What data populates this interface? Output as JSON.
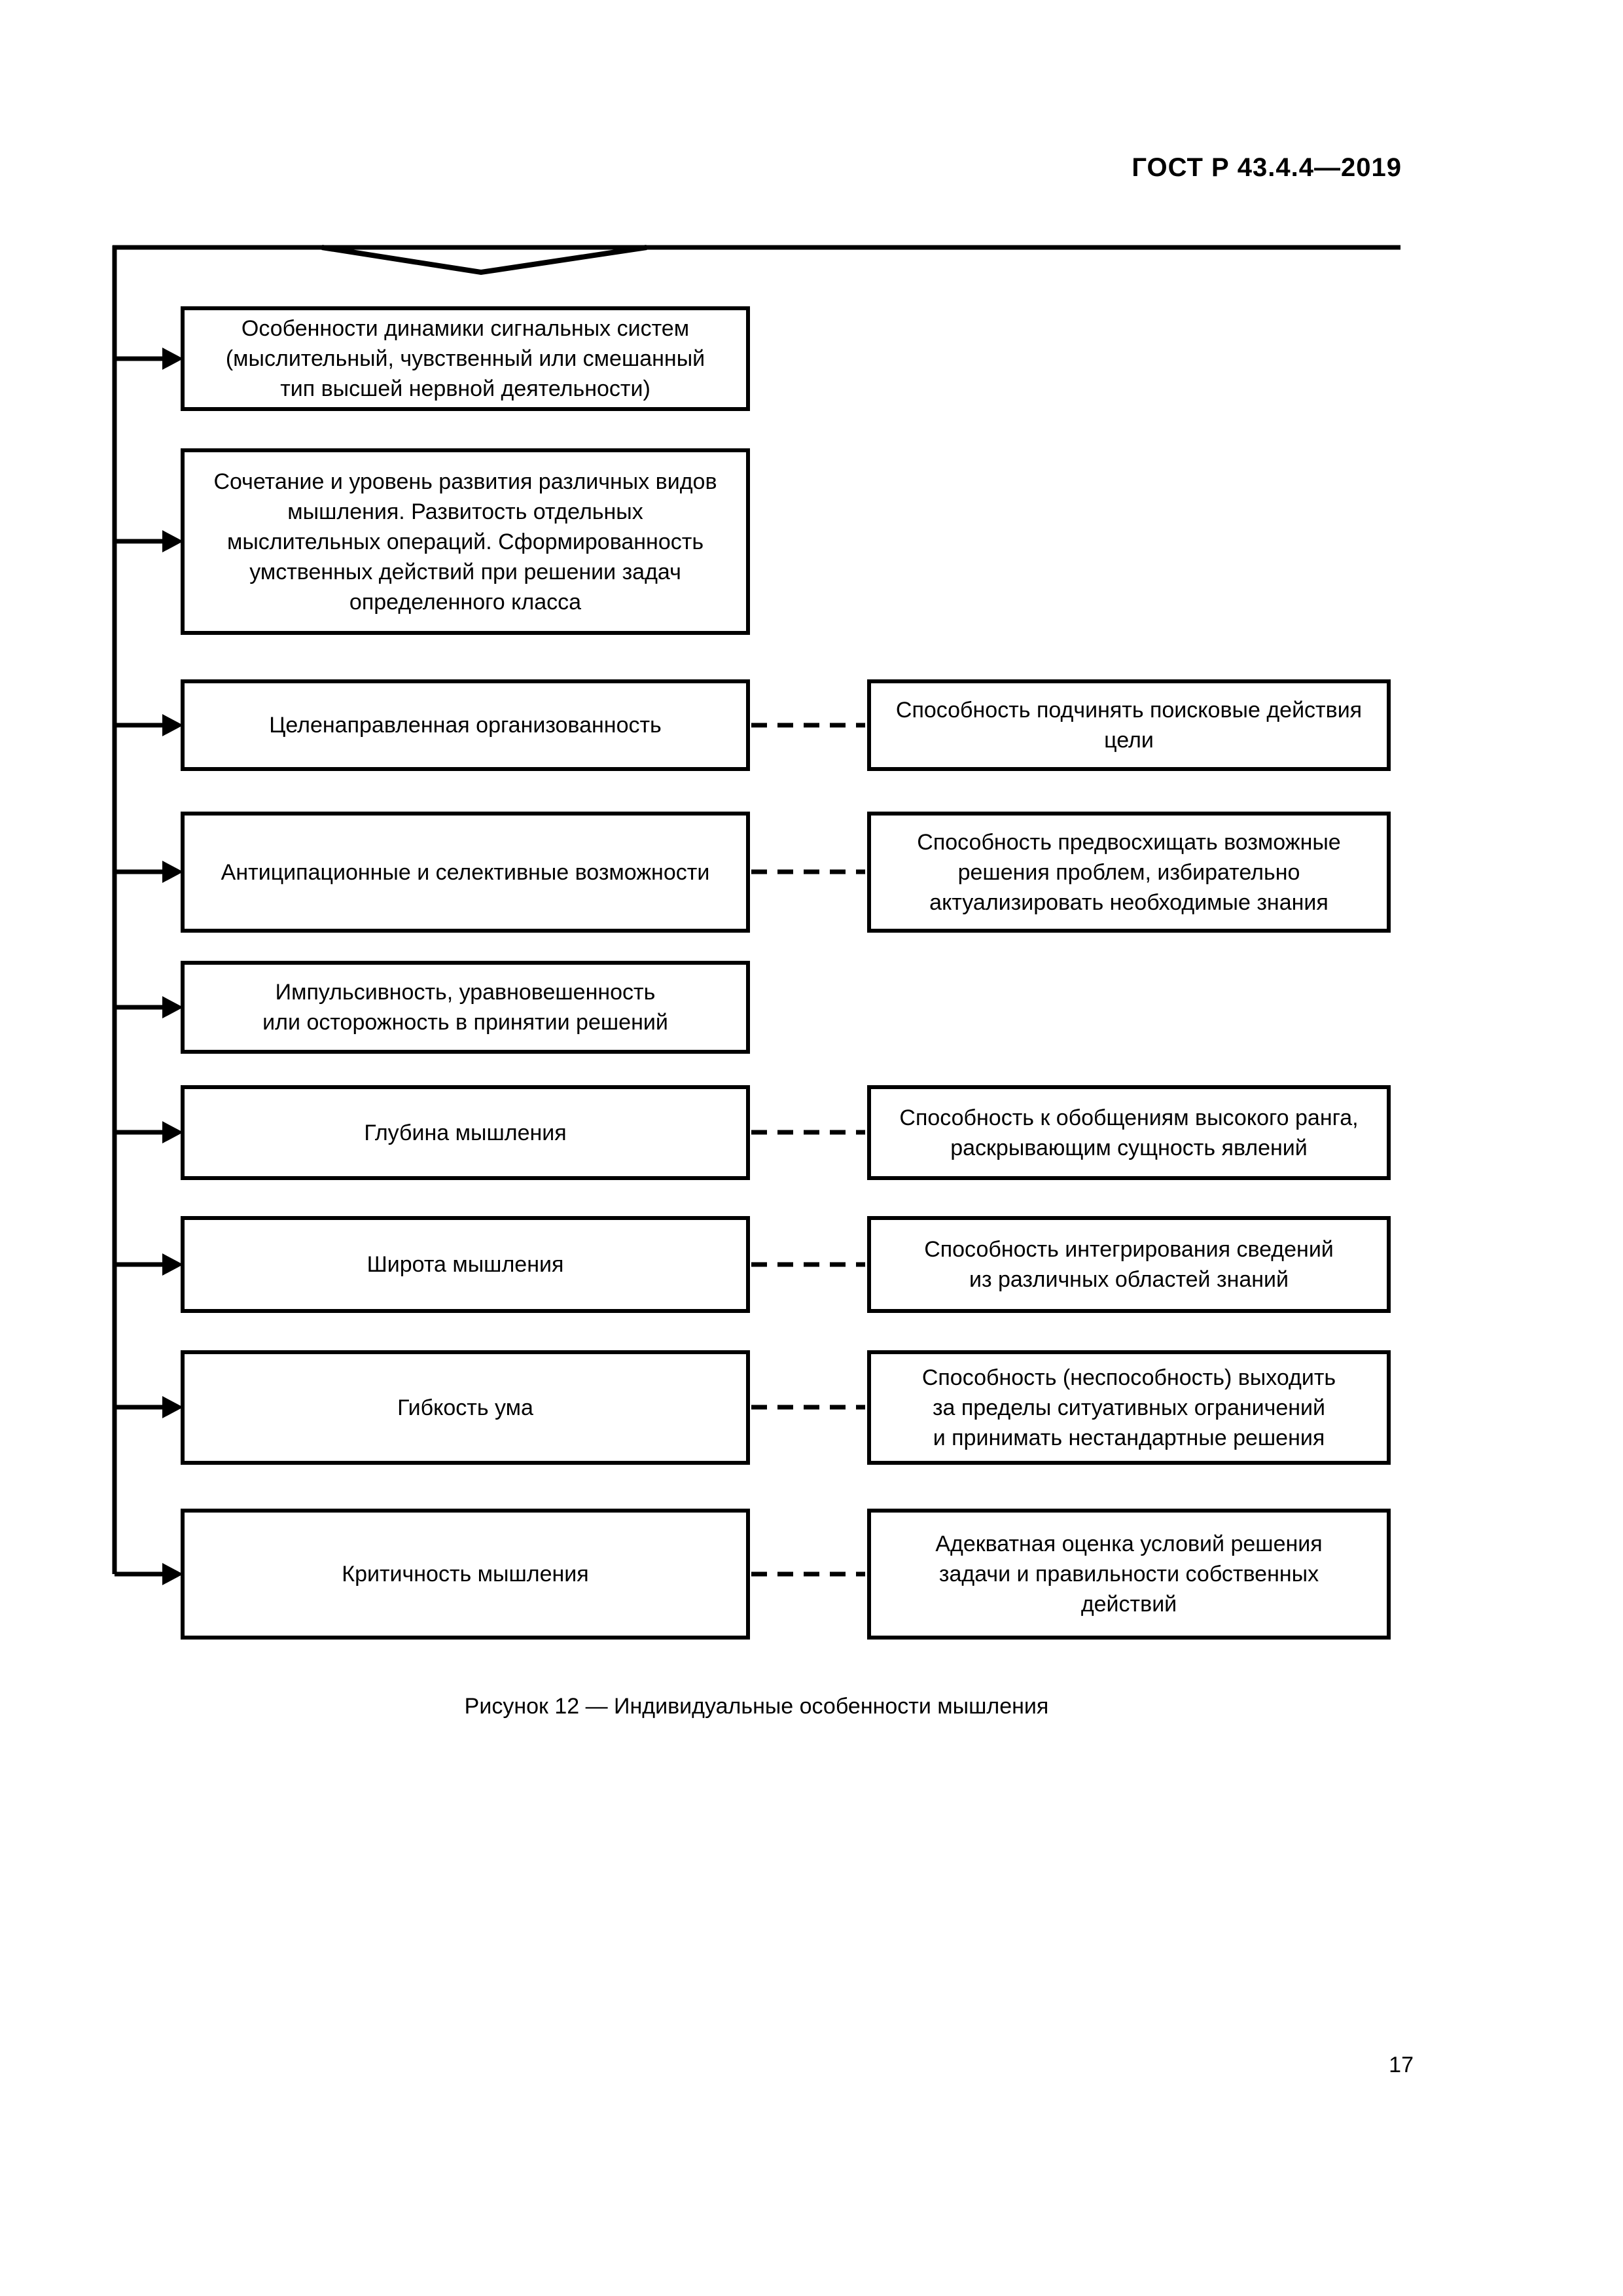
{
  "page": {
    "header": "ГОСТ Р 43.4.4—2019",
    "caption": "Рисунок 12 — Индивидуальные особенности мышления",
    "page_number": "17"
  },
  "diagram": {
    "line_color": "#000000",
    "left_boxes": [
      {
        "text": "Особенности динамики сигнальных систем\n(мыслительный, чувственный или смешанный\nтип высшей нервной деятельности)"
      },
      {
        "text": "Сочетание и уровень развития различных видов\nмышления. Развитость отдельных\nмыслительных операций. Сформированность\nумственных действий при решении задач\nопределенного класса"
      },
      {
        "text": "Целенаправленная организованность"
      },
      {
        "text": "Антиципационные и селективные возможности"
      },
      {
        "text": "Импульсивность, уравновешенность\nили осторожность в принятии решений"
      },
      {
        "text": "Глубина мышления"
      },
      {
        "text": "Широта мышления"
      },
      {
        "text": "Гибкость ума"
      },
      {
        "text": "Критичность мышления"
      }
    ],
    "right_boxes": [
      {
        "text": "Способность подчинять поисковые действия\nцели"
      },
      {
        "text": "Способность предвосхищать возможные\nрешения проблем, избирательно\nактуализировать необходимые знания"
      },
      {
        "text": "Способность к обобщениям высокого ранга,\nраскрывающим сущность явлений"
      },
      {
        "text": "Способность интегрирования сведений\nиз различных областей знаний"
      },
      {
        "text": "Способность (неспособность) выходить\nза пределы ситуативных ограничений\nи принимать нестандартные решения"
      },
      {
        "text": "Адекватная оценка условий решения\nзадачи и правильности собственных\nдействий"
      }
    ]
  }
}
